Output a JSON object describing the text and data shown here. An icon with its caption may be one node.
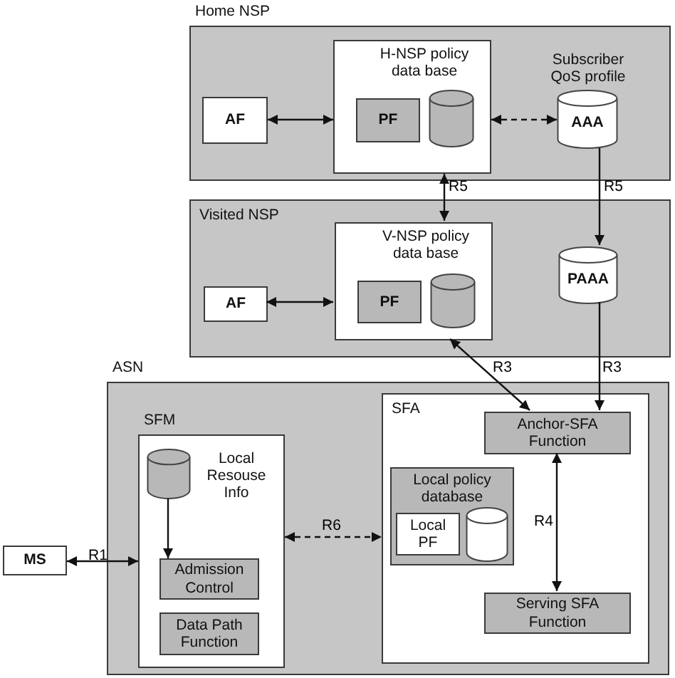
{
  "diagram": {
    "nodes": [
      {
        "text": [
          "Home NSP"
        ]
      },
      {
        "text": [
          "AF"
        ],
        "in": 0
      },
      {
        "text": [
          "H-NSP policy data base"
        ],
        "in": 0
      },
      {
        "text": [
          "PF"
        ],
        "in": 2
      },
      {
        "text": [],
        "shape": "cylinder",
        "in": 2
      },
      {
        "text": [
          "AAA"
        ],
        "beside": [
          "Subscriber QoS profile"
        ],
        "in": 0
      },
      {
        "text": [
          "Visited NSP"
        ]
      },
      {
        "text": [
          "AF"
        ],
        "in": 6
      },
      {
        "text": [
          "V-NSP policy data base"
        ],
        "in": 6
      },
      {
        "text": [
          "PF"
        ],
        "in": 8
      },
      {
        "text": [],
        "shape": "cylinder",
        "in": 8
      },
      {
        "text": [
          "PAAA"
        ],
        "in": 6
      },
      {
        "text": [
          "ASN"
        ]
      },
      {
        "text": [
          "SFM"
        ],
        "in": 12
      },
      {
        "text": [],
        "shape": "cylinder",
        "beside": [
          "Local Resouse Info"
        ],
        "in": 13
      },
      {
        "text": [
          "Admission Control"
        ],
        "in": 13
      },
      {
        "text": [
          "Data Path Function"
        ],
        "in": 13
      },
      {
        "text": [
          "SFA"
        ],
        "in": 12
      },
      {
        "text": [
          "Anchor-SFA Function"
        ],
        "in": 17
      },
      {
        "text": [
          "Local policy database"
        ],
        "in": 17
      },
      {
        "text": [
          "Local PF"
        ],
        "in": 19
      },
      {
        "text": [],
        "shape": "cylinder",
        "in": 19
      },
      {
        "text": [
          "Serving SFA Function"
        ],
        "in": 17
      },
      {
        "text": [
          "MS"
        ]
      }
    ],
    "edges": [
      {
        "from": 1,
        "to": 2,
        "arrow": "both"
      },
      {
        "from": 2,
        "to": 5,
        "arrow": "both",
        "style": "dashed"
      },
      {
        "from": 8,
        "to": 2,
        "arrow": "both",
        "label": "R5"
      },
      {
        "from": 5,
        "to": 11,
        "arrow": "to",
        "label": "R5"
      },
      {
        "from": 7,
        "to": 8,
        "arrow": "both"
      },
      {
        "from": 18,
        "to": 8,
        "arrow": "both",
        "label": "R3"
      },
      {
        "from": 11,
        "to": 18,
        "arrow": "to",
        "label": "R3"
      },
      {
        "from": 14,
        "to": 15,
        "arrow": "to"
      },
      {
        "from": 13,
        "to": 17,
        "arrow": "both",
        "style": "dashed",
        "label": "R6"
      },
      {
        "from": 18,
        "to": 22,
        "arrow": "both",
        "label": "R4"
      },
      {
        "from": 23,
        "to": 13,
        "arrow": "both",
        "label": "R1"
      }
    ]
  }
}
